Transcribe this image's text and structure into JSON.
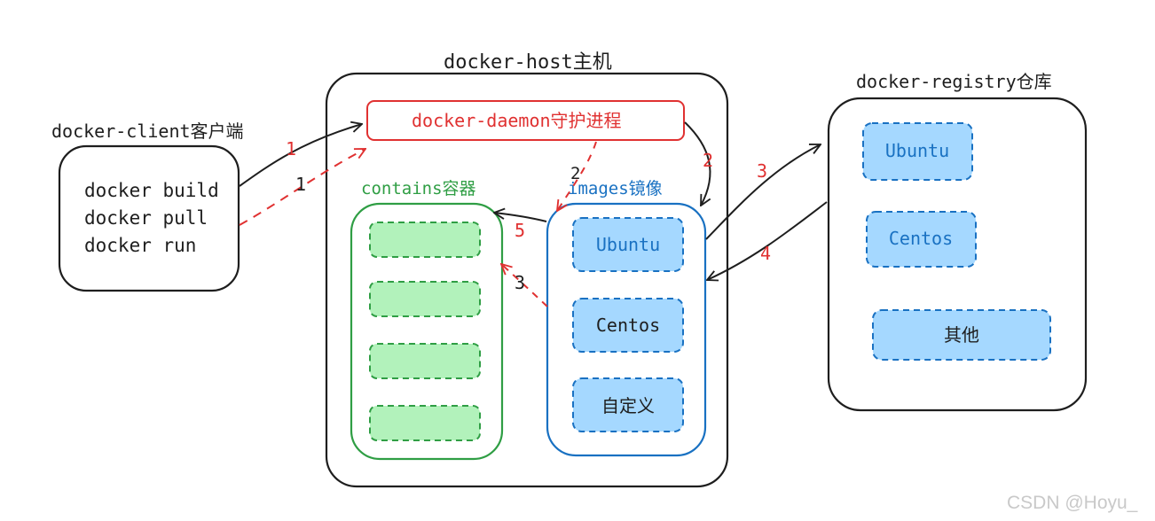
{
  "client": {
    "title": "docker-client客户端",
    "commands": [
      "docker build",
      "docker pull",
      "docker run"
    ]
  },
  "host": {
    "title": "docker-host主机",
    "daemon": "docker-daemon守护进程",
    "containers_title": "contains容器",
    "images_title": "images镜像",
    "images": [
      "Ubuntu",
      "Centos",
      "自定义"
    ]
  },
  "registry": {
    "title": "docker-registry仓库",
    "images": [
      "Ubuntu",
      "Centos",
      "其他"
    ]
  },
  "steps": {
    "s1_solid": "1",
    "s1_dashed": "1",
    "s2_daemon_red": "2",
    "s2_black": "2",
    "s3_red": "3",
    "s3_black": "3",
    "s4_red": "4",
    "s5_red": "5"
  },
  "watermark": "CSDN @Hoyu_",
  "colors": {
    "black": "#1e1e1e",
    "red": "#e03131",
    "green": "#2f9e44",
    "green_fill": "#b2f2bb",
    "blue": "#1971c2",
    "blue_fill": "#a5d8ff"
  }
}
